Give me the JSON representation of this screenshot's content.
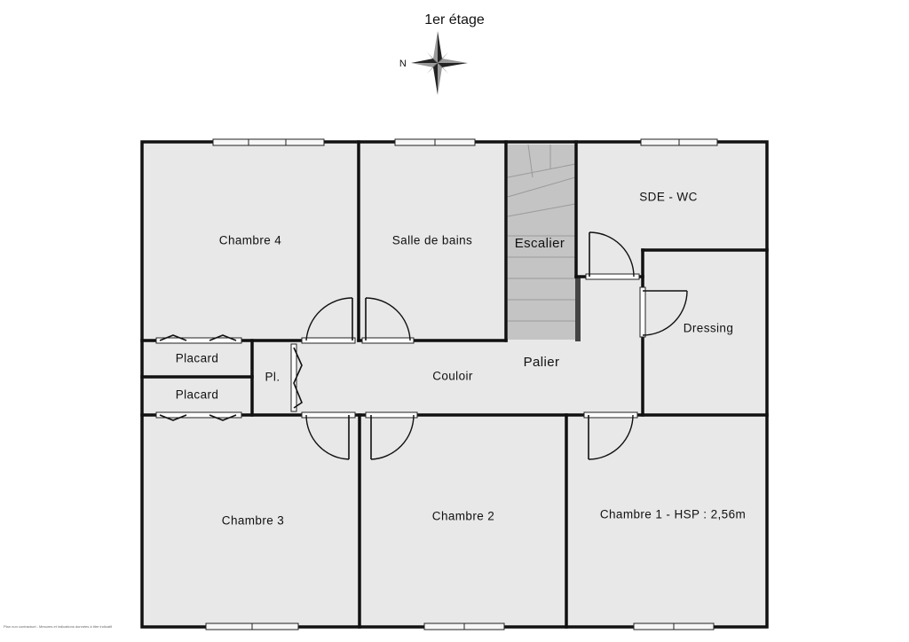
{
  "floor_title": "1er étage",
  "compass": {
    "north_letter": "N",
    "icon": "compass-rose-icon"
  },
  "rooms": {
    "chambre4": "Chambre 4",
    "salle_de_bains": "Salle de bains",
    "escalier": "Escalier",
    "sde_wc": "SDE - WC",
    "dressing": "Dressing",
    "placard_top": "Placard",
    "placard_bottom": "Placard",
    "pl": "Pl.",
    "couloir": "Couloir",
    "palier": "Palier",
    "chambre3": "Chambre 3",
    "chambre2": "Chambre 2",
    "chambre1": "Chambre 1 - HSP : 2,56m"
  },
  "footnote": "Plan non contractuel - Mesures et indications données à titre indicatif",
  "colors": {
    "room_fill": "#e8e8e8",
    "stairs_fill": "#c4c4c4",
    "wall": "#111111"
  }
}
